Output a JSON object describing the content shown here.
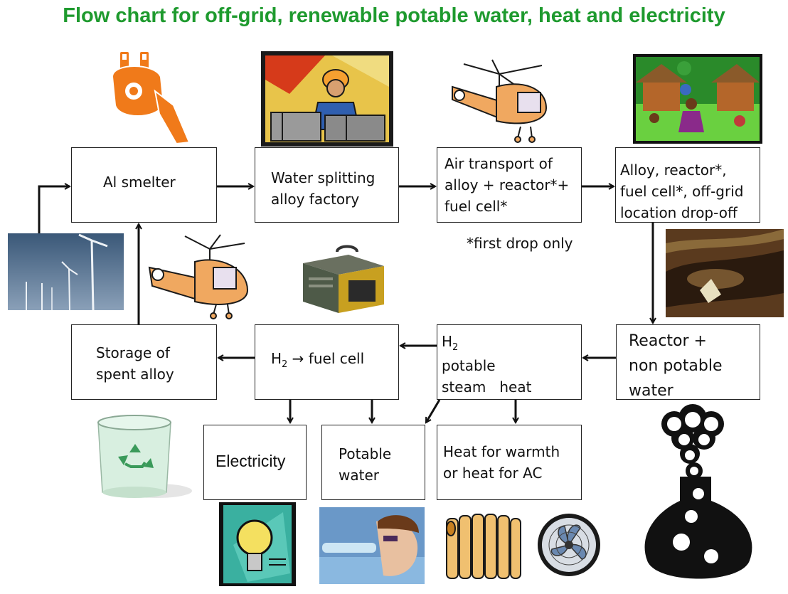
{
  "title": "Flow chart for off-grid, renewable potable water, heat and electricity",
  "colors": {
    "title": "#1e9a2e",
    "arrow": "#111111",
    "box_border": "#222222"
  },
  "nodes": {
    "smelter": {
      "label": "Al smelter"
    },
    "factory": {
      "line1": "Water splitting",
      "line2": "alloy factory"
    },
    "air_transport": {
      "line1": "Air transport of",
      "line2": "alloy + reactor*+",
      "line3": "fuel cell*"
    },
    "dropoff": {
      "line1": "Alloy, reactor*,",
      "line2": "fuel cell*, off-grid",
      "line3": "location drop-off"
    },
    "reactor": {
      "line1": "Reactor +",
      "line2": "non potable",
      "line3": "water"
    },
    "products": {
      "h": "H",
      "h_sub": "2",
      "line2": "potable",
      "line3": "steam   heat"
    },
    "fuel_cell": {
      "h": "H",
      "h_sub": "2",
      "rest": " → fuel cell"
    },
    "storage": {
      "line1": "Storage of",
      "line2": "spent alloy"
    },
    "electricity": {
      "label": "Electricity"
    },
    "water": {
      "line1": "Potable",
      "line2": "water"
    },
    "heat": {
      "line1": "Heat for warmth",
      "line2": "or heat for AC"
    }
  },
  "footnote": "*first drop only",
  "icons": [
    "molten-metal-ladle-icon",
    "factory-worker-icon",
    "helicopter-icon",
    "village-icon",
    "wind-turbines-photo",
    "helicopter-return-icon",
    "generator-icon",
    "puddle-photo",
    "recycle-bin-icon",
    "lightbulb-icon",
    "drinking-water-photo",
    "radiator-icon",
    "fan-icon",
    "flask-icon"
  ]
}
